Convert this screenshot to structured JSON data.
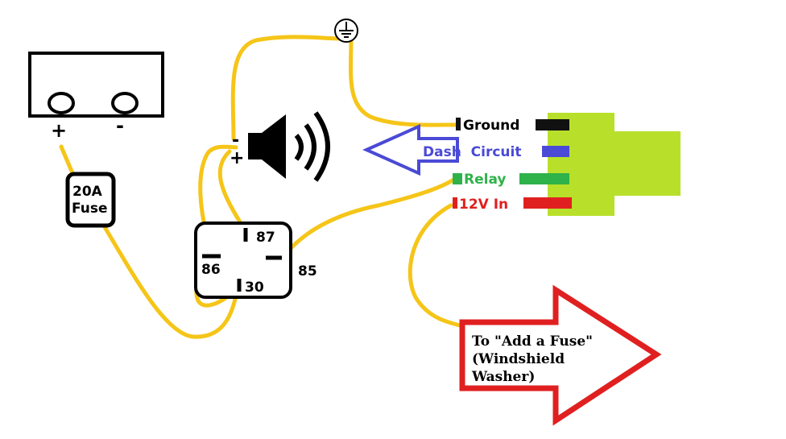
{
  "battery": {
    "positive": "+",
    "negative": "-"
  },
  "fuse": {
    "line1": "20A",
    "line2": "Fuse"
  },
  "speaker": {
    "negative": "-",
    "positive": "+"
  },
  "relay": {
    "pin87": "87",
    "pin86": "86",
    "pin30": "30",
    "pin85": "85"
  },
  "connector": {
    "ground": "Ground",
    "dash_circuit": "Dash  Circuit",
    "relay": "Relay",
    "power_in": "12V In"
  },
  "fuse_arrow": {
    "line1": "To \"Add a Fuse\"",
    "line2": "(Windshield",
    "line3": "Washer)"
  },
  "colors": {
    "wire": "#f5c518",
    "ground": "#111111",
    "dash": "#4a4ad6",
    "relay": "#2fb24a",
    "power": "#e02020",
    "connector_body": "#b8e02a",
    "fuse_arrow": "#e02020"
  }
}
